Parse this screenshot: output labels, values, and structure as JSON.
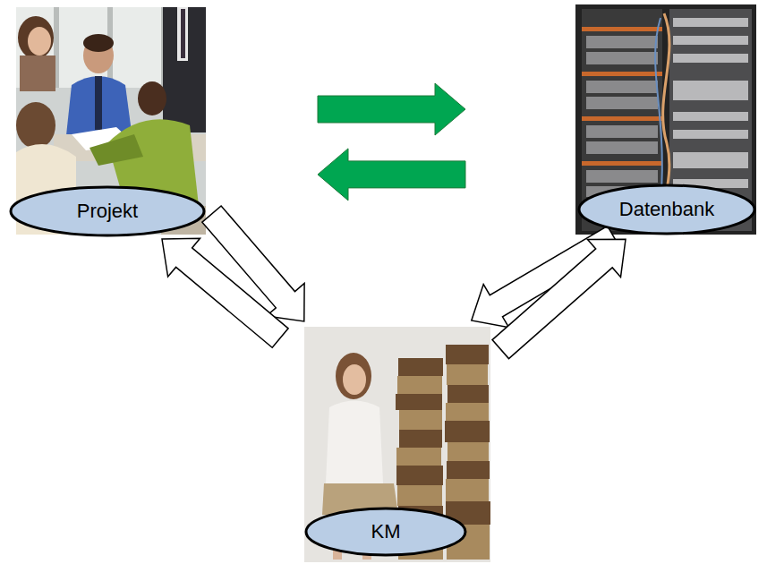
{
  "diagram": {
    "nodes": [
      {
        "text": [
          "Projekt"
        ]
      },
      {
        "text": [
          "Datenbank"
        ]
      },
      {
        "text": [
          "KM"
        ]
      }
    ],
    "edges": [
      {
        "from": 0,
        "to": 1,
        "arrow": "to"
      },
      {
        "from": 1,
        "to": 0,
        "arrow": "to"
      },
      {
        "from": 0,
        "to": 2,
        "arrow": "to"
      },
      {
        "from": 2,
        "to": 0,
        "arrow": "to"
      },
      {
        "from": 1,
        "to": 2,
        "arrow": "to"
      },
      {
        "from": 2,
        "to": 1,
        "arrow": "to"
      }
    ]
  }
}
